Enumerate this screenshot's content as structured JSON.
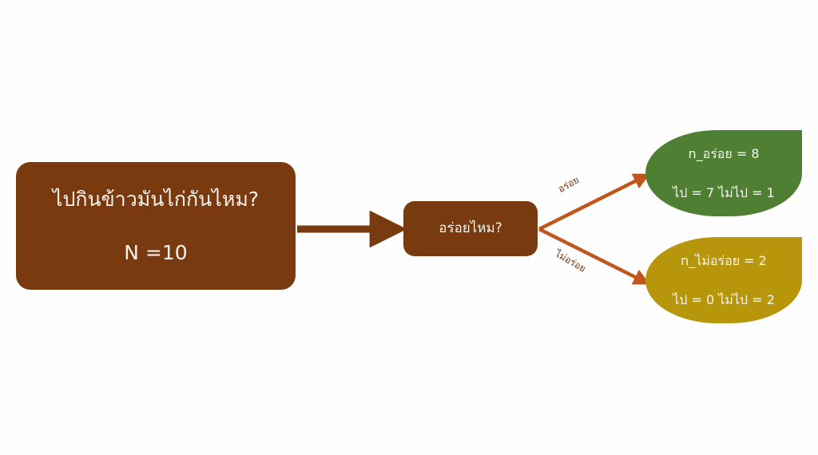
{
  "diagram": {
    "title": "decision-tree",
    "background_color": "#fefefe",
    "colors": {
      "brown": "#7a3a10",
      "green": "#4f7f33",
      "gold": "#b8960b",
      "edge_orange": "#c1561d",
      "edge_brown": "#7a3a10",
      "node_text": "#f6f2ee",
      "label_text": "#6b3a14"
    },
    "root": {
      "name": "root-node",
      "shape": "rounded-rectangle",
      "fill": "#7a3a10",
      "question": "ไปกินข้าวมันไก่กันไหม?",
      "count": "N =10"
    },
    "decision": {
      "name": "decision-node",
      "shape": "rounded-rectangle",
      "fill": "#7a3a10",
      "question": "อร่อยไหม?"
    },
    "branches": [
      {
        "name": "branch-yes",
        "label": "อร่อย"
      },
      {
        "name": "branch-no",
        "label": "ไม่อร่อย"
      }
    ],
    "leaves": [
      {
        "name": "leaf-yes",
        "shape": "leaf",
        "fill": "#4f7f33",
        "count_line": "n_อร่อย = 8",
        "split_line": "ไป = 7 ไม่ไป = 1"
      },
      {
        "name": "leaf-no",
        "shape": "leaf",
        "fill": "#b8960b",
        "count_line": "n_ไม่อร่อย = 2",
        "split_line": "ไป = 0 ไม่ไป = 2"
      }
    ]
  },
  "chart_data": {
    "type": "tree",
    "title": "ไปกินข้าวมันไก่กันไหม?",
    "root_total": 10,
    "split_variable": "อร่อยไหม?",
    "nodes": [
      {
        "id": "root",
        "label": "ไปกินข้าวมันไก่กันไหม?",
        "n": 10
      },
      {
        "id": "decision",
        "label": "อร่อยไหม?"
      },
      {
        "id": "leaf_yes",
        "label": "n_อร่อย = 8",
        "branch": "อร่อย",
        "n": 8,
        "go": 7,
        "not_go": 1
      },
      {
        "id": "leaf_no",
        "label": "n_ไม่อร่อย = 2",
        "branch": "ไม่อร่อย",
        "n": 2,
        "go": 0,
        "not_go": 2
      }
    ],
    "edges": [
      {
        "from": "root",
        "to": "decision",
        "label": ""
      },
      {
        "from": "decision",
        "to": "leaf_yes",
        "label": "อร่อย"
      },
      {
        "from": "decision",
        "to": "leaf_no",
        "label": "ไม่อร่อย"
      }
    ]
  }
}
